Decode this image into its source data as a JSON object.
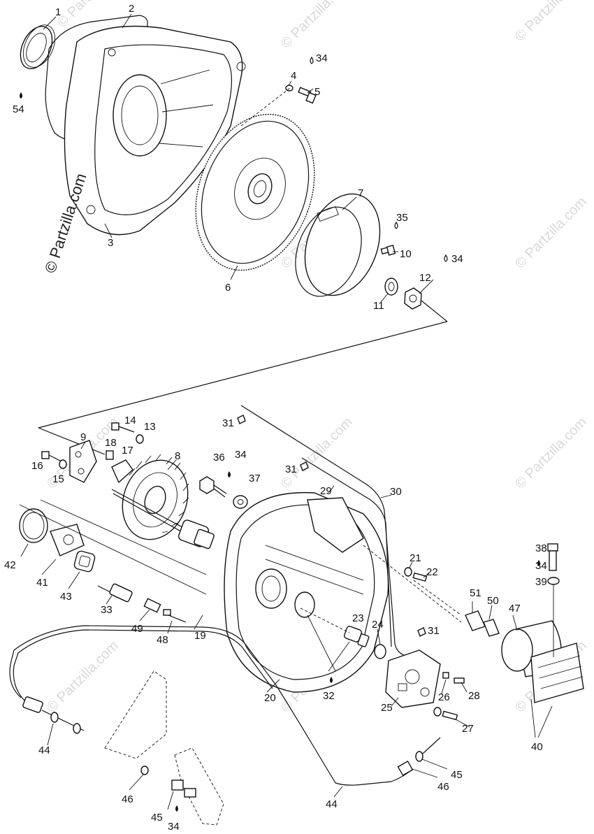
{
  "watermarks": {
    "faint": "© Partzilla.com",
    "dark": "© Partzilla.com"
  },
  "callouts": {
    "c1": "1",
    "c2": "2",
    "c3": "3",
    "c4": "4",
    "c5": "5",
    "c6": "6",
    "c7": "7",
    "c8": "8",
    "c9": "9",
    "c10": "10",
    "c11": "11",
    "c12": "12",
    "c13": "13",
    "c14": "14",
    "c15": "15",
    "c16": "16",
    "c17": "17",
    "c18": "18",
    "c19": "19",
    "c20": "20",
    "c21": "21",
    "c22": "22",
    "c23": "23",
    "c24": "24",
    "c25": "25",
    "c26": "26",
    "c27": "27",
    "c28": "28",
    "c29": "29",
    "c30": "30",
    "c31a": "31",
    "c31b": "31",
    "c31c": "31",
    "c32": "32",
    "c33": "33",
    "c34a": "34",
    "c34b": "34",
    "c34c": "34",
    "c34d": "34",
    "c34e": "34",
    "c35": "35",
    "c36": "36",
    "c37": "37",
    "c38": "38",
    "c39": "39",
    "c40": "40",
    "c41": "41",
    "c42": "42",
    "c43": "43",
    "c44a": "44",
    "c44b": "44",
    "c45a": "45",
    "c45b": "45",
    "c46a": "46",
    "c46b": "46",
    "c47": "47",
    "c48": "48",
    "c49": "49",
    "c50": "50",
    "c51": "51",
    "c54": "54"
  }
}
